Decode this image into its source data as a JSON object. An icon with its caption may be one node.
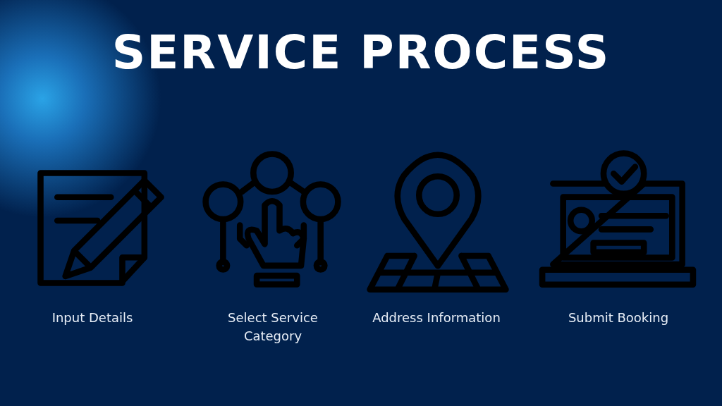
{
  "diagram": {
    "title": "SERVICE PROCESS",
    "labels": [
      "Input Details",
      "Select Service Category",
      "Address Information",
      "Submit Booking"
    ]
  }
}
